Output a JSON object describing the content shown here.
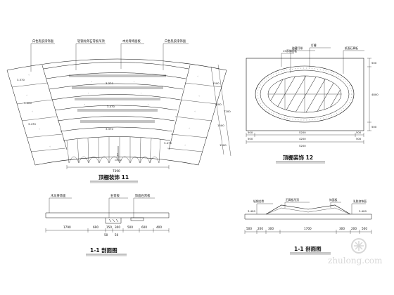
{
  "plan1": {
    "title": "顶棚装饰 11",
    "callouts": [
      "白色乳胶漆饰面",
      "轻钢龙骨石膏板吊顶",
      "木龙骨饰面板",
      "白色乳胶漆饰面"
    ],
    "level_left_upper": "3.370",
    "level_left_mid": "3.000",
    "level_left_lower": "3.470",
    "level_center_a": "3.370",
    "level_center_b": "3.470",
    "level_center_c": "3.370",
    "level_right_lower": "3.470",
    "bottom_dim": "7390",
    "right_dims": [
      "1500",
      "1500",
      "1500",
      "1500"
    ],
    "right_dim_total": "7200",
    "section_mark": "1"
  },
  "plan2": {
    "title": "顶棚装饰 12",
    "callouts": [
      "15厚饰面板",
      "暗藏灯带",
      "灯槽",
      "纸面石膏板"
    ],
    "top_dims": [
      "500",
      "5200",
      "500"
    ],
    "bottom_dims": [
      "500",
      "4200",
      "500"
    ],
    "bottom_total": "5200",
    "right_dims": [
      "500",
      "4800",
      "500"
    ]
  },
  "sec1": {
    "title": "1-1 剖面图",
    "callouts": [
      "木龙骨饰面",
      "石膏板",
      "饰面石膏板"
    ],
    "dims": [
      "1790",
      "690",
      "150",
      "300",
      "500",
      "600",
      "400"
    ],
    "sub_dims": [
      "50",
      "50"
    ]
  },
  "sec2": {
    "title": "1-1 剖面图",
    "callouts": [
      "石膏板吊顶",
      "饰面板",
      "乳胶漆饰面",
      "轻钢龙骨"
    ],
    "levels": [
      "3.400",
      "3.400"
    ],
    "dims": [
      "500",
      "200",
      "300",
      "1700",
      "300",
      "200",
      "500"
    ]
  },
  "watermark": "zhulong.com"
}
